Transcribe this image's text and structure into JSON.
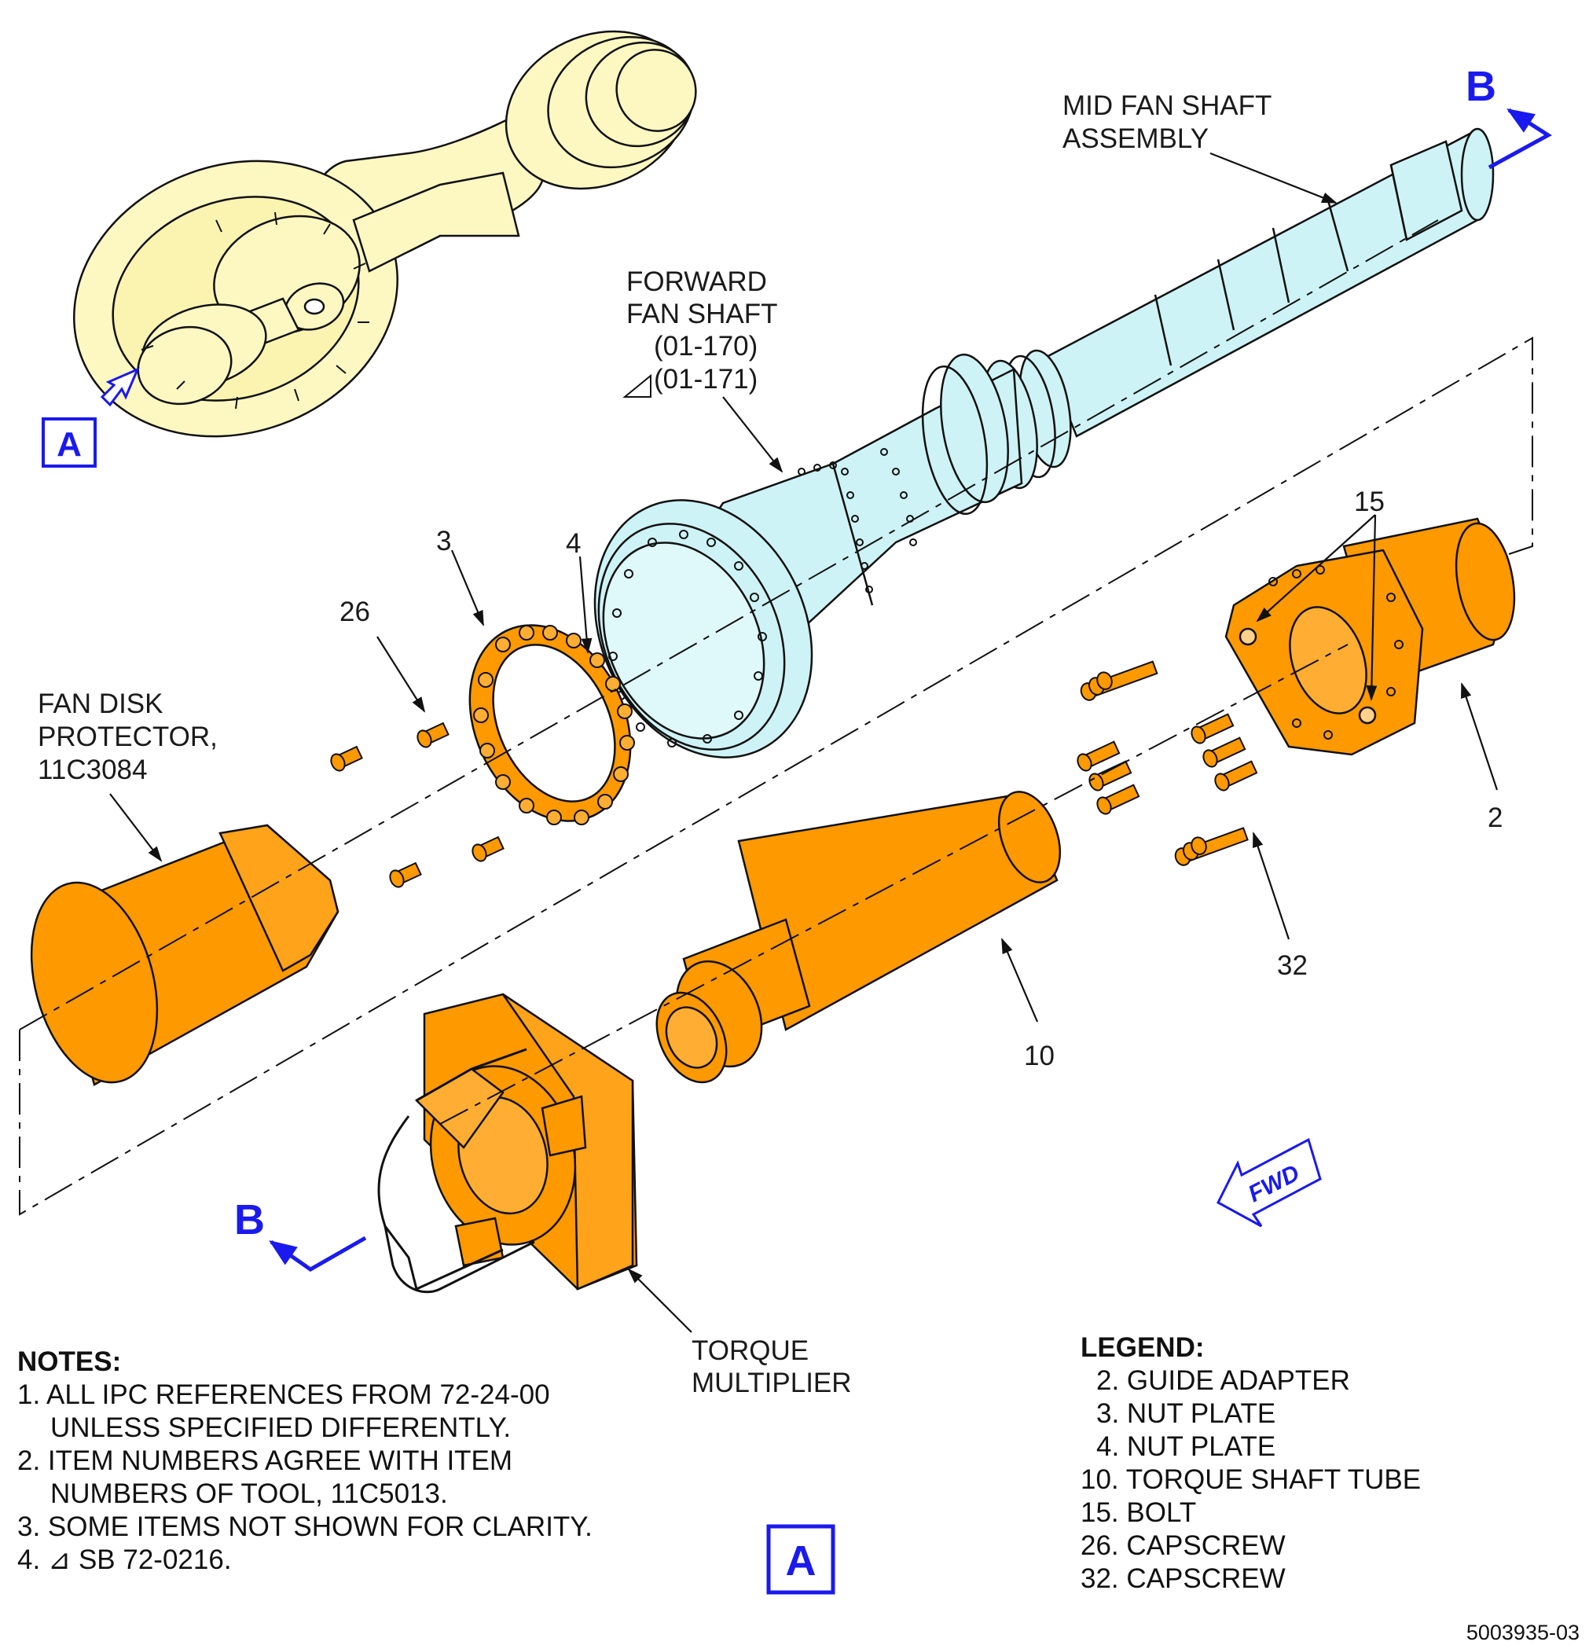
{
  "colors": {
    "tool": "#ff9900",
    "fan_shaft": "#cdf3f6",
    "engine": "#fdf8c2",
    "callout": "#1a1aee",
    "line": "#111111"
  },
  "labels": {
    "mid_fan_shaft_1": "MID FAN SHAFT",
    "mid_fan_shaft_2": "ASSEMBLY",
    "forward_fan_shaft_1": "FORWARD",
    "forward_fan_shaft_2": "FAN SHAFT",
    "forward_fan_shaft_3": "(01-170)",
    "forward_fan_shaft_4": "(01-171)",
    "fan_disk_protector_1": "FAN DISK",
    "fan_disk_protector_2": "PROTECTOR,",
    "fan_disk_protector_3": "11C3084",
    "torque_multiplier_1": "TORQUE",
    "torque_multiplier_2": "MULTIPLIER",
    "item_3": "3",
    "item_4": "4",
    "item_26": "26",
    "item_15": "15",
    "item_2": "2",
    "item_32": "32",
    "item_10": "10",
    "view_a": "A",
    "view_b": "B",
    "fwd": "FWD"
  },
  "notes": {
    "title": "NOTES:",
    "items": [
      "1. ALL IPC REFERENCES FROM 72-24-00 UNLESS SPECIFIED DIFFERENTLY.",
      "2. ITEM NUMBERS AGREE WITH ITEM NUMBERS OF TOOL, 11C5013.",
      "3. SOME ITEMS NOT SHOWN FOR CLARITY.",
      "4. ⊿ SB 72-0216."
    ]
  },
  "legend": {
    "title": "LEGEND:",
    "items": [
      "2. GUIDE ADAPTER",
      "3. NUT PLATE",
      "4. NUT PLATE",
      "10. TORQUE SHAFT TUBE",
      "15. BOLT",
      "26. CAPSCREW",
      "32. CAPSCREW"
    ]
  },
  "drawing_number": "5003935-03"
}
